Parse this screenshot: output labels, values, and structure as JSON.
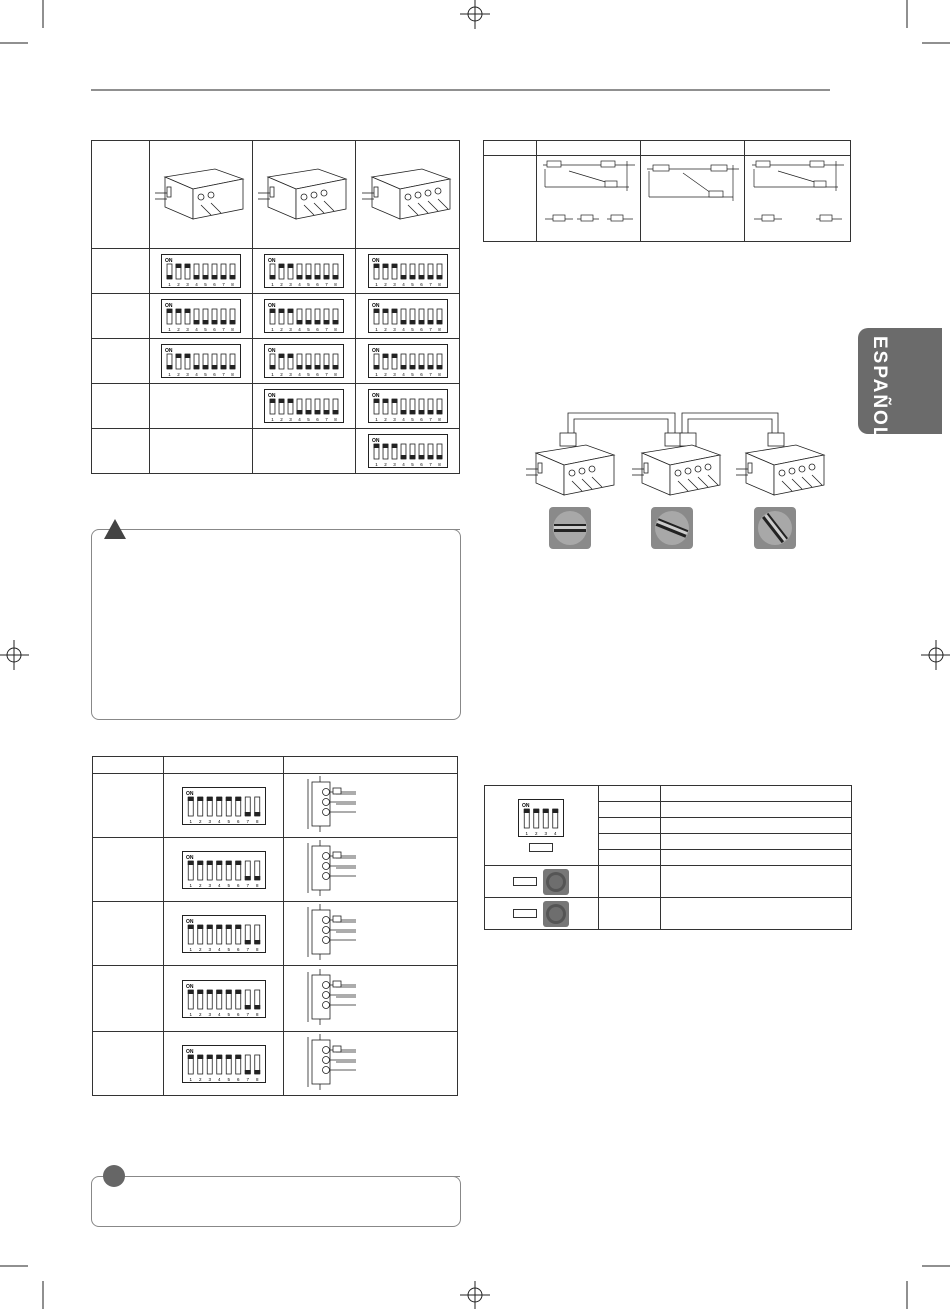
{
  "side_tab": {
    "label": "ESPAÑOL"
  },
  "dip_switch": {
    "on_label": "ON",
    "positions": [
      "1",
      "2",
      "3",
      "4",
      "5",
      "6",
      "7",
      "8"
    ]
  },
  "dip_switch_4": {
    "on_label": "ON",
    "positions": [
      "1",
      "2",
      "3",
      "4"
    ]
  },
  "colors": {
    "tab": "#6b6b6b",
    "line": "#333333",
    "photo": "#8a8a8a"
  },
  "icons": [
    "warning-triangle-icon",
    "note-circle-icon"
  ],
  "unit_table_switches": [
    [
      [
        2,
        3
      ],
      [
        2,
        3
      ],
      [
        1,
        2,
        3
      ]
    ],
    [
      [
        1,
        2,
        3
      ],
      [
        1,
        2,
        3
      ],
      [
        1,
        2,
        3
      ]
    ],
    [
      [
        2,
        3
      ],
      [
        2,
        3
      ],
      [
        2,
        3
      ]
    ],
    [
      null,
      [
        1,
        2,
        3
      ],
      [
        1,
        2,
        3
      ]
    ],
    [
      null,
      null,
      [
        1,
        2,
        3
      ]
    ]
  ],
  "pipe_table_switches": [
    [
      1,
      2,
      3,
      4,
      5,
      6
    ],
    [
      1,
      2,
      3,
      4,
      5,
      6
    ],
    [
      1,
      2,
      3,
      4,
      5,
      6
    ],
    [
      1,
      2,
      3,
      4,
      5,
      6
    ],
    [
      1,
      2,
      3,
      4,
      5,
      6
    ]
  ]
}
